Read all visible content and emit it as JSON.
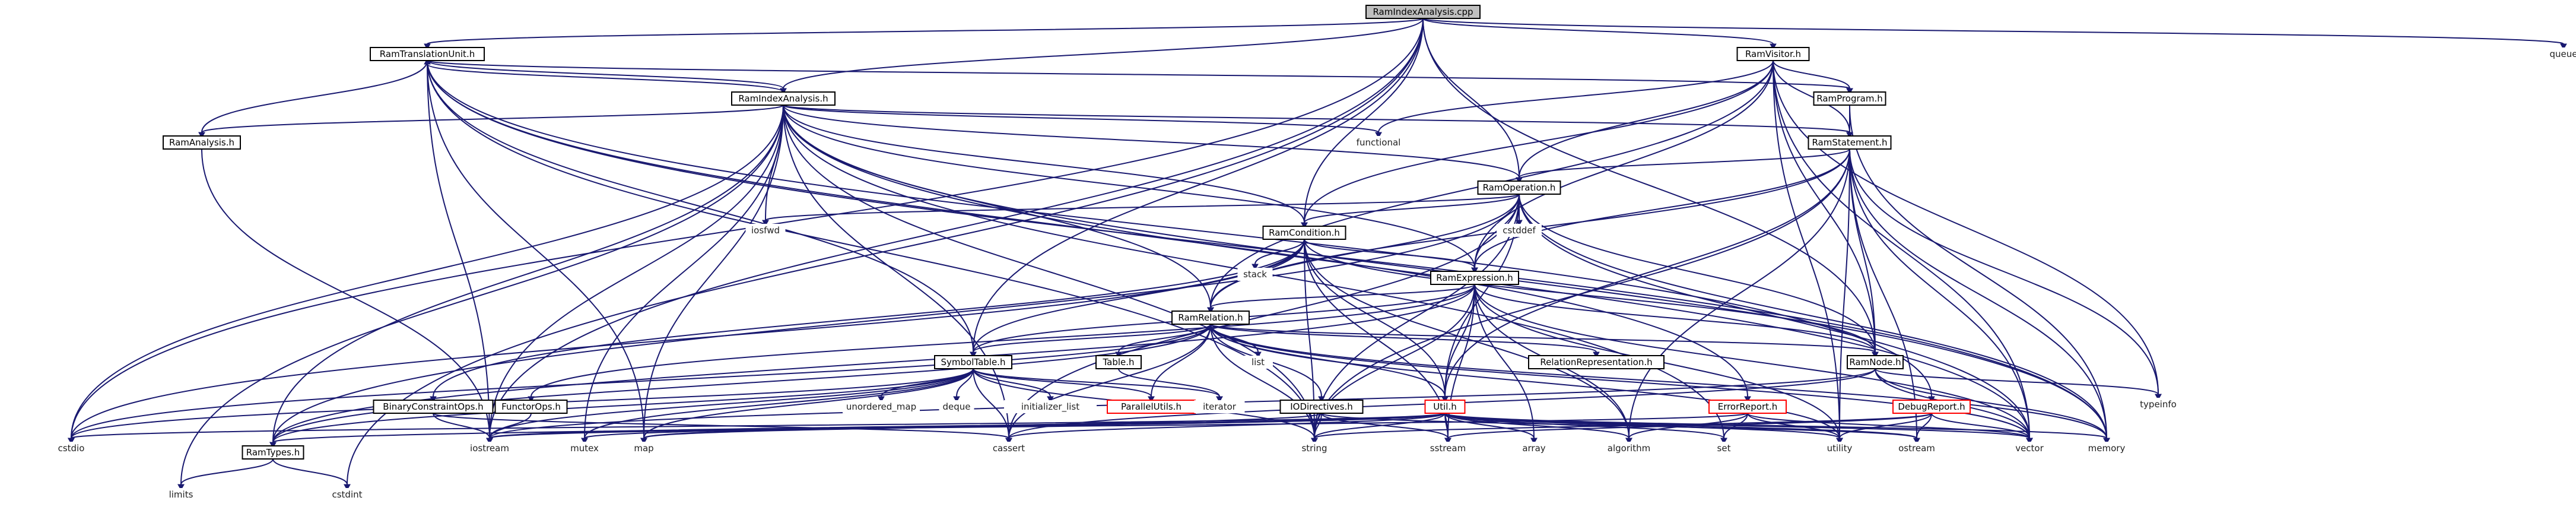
{
  "nodes": [
    {
      "id": "root",
      "label": "RamIndexAnalysis.cpp",
      "kind": "root"
    },
    {
      "id": "rtu",
      "label": "RamTranslationUnit.h",
      "kind": "doc"
    },
    {
      "id": "rvisitor",
      "label": "RamVisitor.h",
      "kind": "doc"
    },
    {
      "id": "queue",
      "label": "queue",
      "kind": "sys"
    },
    {
      "id": "ria_h",
      "label": "RamIndexAnalysis.h",
      "kind": "doc"
    },
    {
      "id": "rprogram",
      "label": "RamProgram.h",
      "kind": "doc"
    },
    {
      "id": "ranalysis",
      "label": "RamAnalysis.h",
      "kind": "doc"
    },
    {
      "id": "functional",
      "label": "functional",
      "kind": "sys"
    },
    {
      "id": "rstatement",
      "label": "RamStatement.h",
      "kind": "doc"
    },
    {
      "id": "roperation",
      "label": "RamOperation.h",
      "kind": "doc"
    },
    {
      "id": "iosfwd",
      "label": "iosfwd",
      "kind": "sys"
    },
    {
      "id": "cstddef",
      "label": "cstddef",
      "kind": "sys"
    },
    {
      "id": "rcondition",
      "label": "RamCondition.h",
      "kind": "doc"
    },
    {
      "id": "stack",
      "label": "stack",
      "kind": "sys"
    },
    {
      "id": "rexpression",
      "label": "RamExpression.h",
      "kind": "doc"
    },
    {
      "id": "rrelation",
      "label": "RamRelation.h",
      "kind": "doc"
    },
    {
      "id": "list",
      "label": "list",
      "kind": "sys"
    },
    {
      "id": "relrep",
      "label": "RelationRepresentation.h",
      "kind": "doc"
    },
    {
      "id": "rnode",
      "label": "RamNode.h",
      "kind": "doc"
    },
    {
      "id": "typeinfo",
      "label": "typeinfo",
      "kind": "sys"
    },
    {
      "id": "symtab",
      "label": "SymbolTable.h",
      "kind": "doc"
    },
    {
      "id": "table",
      "label": "Table.h",
      "kind": "doc"
    },
    {
      "id": "bco",
      "label": "BinaryConstraintOps.h",
      "kind": "doc"
    },
    {
      "id": "functorops",
      "label": "FunctorOps.h",
      "kind": "doc"
    },
    {
      "id": "unordered_map",
      "label": "unordered_map",
      "kind": "sys"
    },
    {
      "id": "deque",
      "label": "deque",
      "kind": "sys"
    },
    {
      "id": "init_list",
      "label": "initializer_list",
      "kind": "sys"
    },
    {
      "id": "parallel",
      "label": "ParallelUtils.h",
      "kind": "red"
    },
    {
      "id": "iterator",
      "label": "iterator",
      "kind": "sys"
    },
    {
      "id": "iodir",
      "label": "IODirectives.h",
      "kind": "doc"
    },
    {
      "id": "util",
      "label": "Util.h",
      "kind": "red"
    },
    {
      "id": "errrep",
      "label": "ErrorReport.h",
      "kind": "red"
    },
    {
      "id": "dbgrep",
      "label": "DebugReport.h",
      "kind": "red"
    },
    {
      "id": "cstdio",
      "label": "cstdio",
      "kind": "sys"
    },
    {
      "id": "ramtypes",
      "label": "RamTypes.h",
      "kind": "doc"
    },
    {
      "id": "iostream",
      "label": "iostream",
      "kind": "sys"
    },
    {
      "id": "mutex",
      "label": "mutex",
      "kind": "sys"
    },
    {
      "id": "map",
      "label": "map",
      "kind": "sys"
    },
    {
      "id": "cassert",
      "label": "cassert",
      "kind": "sys"
    },
    {
      "id": "string",
      "label": "string",
      "kind": "sys"
    },
    {
      "id": "sstream",
      "label": "sstream",
      "kind": "sys"
    },
    {
      "id": "array",
      "label": "array",
      "kind": "sys"
    },
    {
      "id": "algorithm",
      "label": "algorithm",
      "kind": "sys"
    },
    {
      "id": "set",
      "label": "set",
      "kind": "sys"
    },
    {
      "id": "utility",
      "label": "utility",
      "kind": "sys"
    },
    {
      "id": "ostream",
      "label": "ostream",
      "kind": "sys"
    },
    {
      "id": "vector",
      "label": "vector",
      "kind": "sys"
    },
    {
      "id": "memory",
      "label": "memory",
      "kind": "sys"
    },
    {
      "id": "limits",
      "label": "limits",
      "kind": "sys"
    },
    {
      "id": "cstdint",
      "label": "cstdint",
      "kind": "sys"
    }
  ],
  "edges": [
    [
      "root",
      "rtu"
    ],
    [
      "root",
      "rvisitor"
    ],
    [
      "root",
      "queue"
    ],
    [
      "root",
      "ria_h"
    ],
    [
      "root",
      "roperation"
    ],
    [
      "root",
      "rcondition"
    ],
    [
      "root",
      "rnode"
    ],
    [
      "root",
      "cstdio"
    ],
    [
      "root",
      "iostream"
    ],
    [
      "root",
      "cstdint"
    ],
    [
      "root",
      "symtab"
    ],
    [
      "rtu",
      "ranalysis"
    ],
    [
      "rtu",
      "rprogram"
    ],
    [
      "rtu",
      "ria_h"
    ],
    [
      "rtu",
      "symtab"
    ],
    [
      "rtu",
      "errrep"
    ],
    [
      "rtu",
      "dbgrep"
    ],
    [
      "rtu",
      "memory"
    ],
    [
      "rtu",
      "map"
    ],
    [
      "rtu",
      "string"
    ],
    [
      "rtu",
      "iostream"
    ],
    [
      "rvisitor",
      "rprogram"
    ],
    [
      "rvisitor",
      "rstatement"
    ],
    [
      "rvisitor",
      "roperation"
    ],
    [
      "rvisitor",
      "rcondition"
    ],
    [
      "rvisitor",
      "rexpression"
    ],
    [
      "rvisitor",
      "rrelation"
    ],
    [
      "rvisitor",
      "rnode"
    ],
    [
      "rvisitor",
      "functional"
    ],
    [
      "rvisitor",
      "typeinfo"
    ],
    [
      "rvisitor",
      "vector"
    ],
    [
      "rvisitor",
      "utility"
    ],
    [
      "ria_h",
      "ranalysis"
    ],
    [
      "ria_h",
      "rstatement"
    ],
    [
      "ria_h",
      "roperation"
    ],
    [
      "ria_h",
      "rcondition"
    ],
    [
      "ria_h",
      "rexpression"
    ],
    [
      "ria_h",
      "rrelation"
    ],
    [
      "ria_h",
      "rtu"
    ],
    [
      "ria_h",
      "functional"
    ],
    [
      "ria_h",
      "iosfwd"
    ],
    [
      "ria_h",
      "cstdio"
    ],
    [
      "ria_h",
      "cassert"
    ],
    [
      "ria_h",
      "map"
    ],
    [
      "ria_h",
      "set"
    ],
    [
      "ria_h",
      "vector"
    ],
    [
      "ria_h",
      "memory"
    ],
    [
      "ria_h",
      "limits"
    ],
    [
      "ria_h",
      "iostream"
    ],
    [
      "ria_h",
      "string"
    ],
    [
      "ria_h",
      "ramtypes"
    ],
    [
      "ria_h",
      "mutex"
    ],
    [
      "rprogram",
      "rstatement"
    ],
    [
      "rprogram",
      "memory"
    ],
    [
      "ranalysis",
      "iostream"
    ],
    [
      "rstatement",
      "roperation"
    ],
    [
      "rstatement",
      "rexpression"
    ],
    [
      "rstatement",
      "rrelation"
    ],
    [
      "rstatement",
      "rnode"
    ],
    [
      "rstatement",
      "util"
    ],
    [
      "rstatement",
      "algorithm"
    ],
    [
      "rstatement",
      "ostream"
    ],
    [
      "rstatement",
      "vector"
    ],
    [
      "rstatement",
      "memory"
    ],
    [
      "rstatement",
      "utility"
    ],
    [
      "rstatement",
      "string"
    ],
    [
      "rstatement",
      "typeinfo"
    ],
    [
      "roperation",
      "rcondition"
    ],
    [
      "roperation",
      "rexpression"
    ],
    [
      "roperation",
      "rrelation"
    ],
    [
      "roperation",
      "rnode"
    ],
    [
      "roperation",
      "util"
    ],
    [
      "roperation",
      "iosfwd"
    ],
    [
      "roperation",
      "cstddef"
    ],
    [
      "roperation",
      "cassert"
    ],
    [
      "roperation",
      "ramtypes"
    ],
    [
      "roperation",
      "string"
    ],
    [
      "roperation",
      "vector"
    ],
    [
      "roperation",
      "memory"
    ],
    [
      "rcondition",
      "rexpression"
    ],
    [
      "rcondition",
      "rrelation"
    ],
    [
      "rcondition",
      "rnode"
    ],
    [
      "rcondition",
      "bco"
    ],
    [
      "rcondition",
      "symtab"
    ],
    [
      "rcondition",
      "stack"
    ],
    [
      "rcondition",
      "util"
    ],
    [
      "rcondition",
      "algorithm"
    ],
    [
      "rcondition",
      "sstream"
    ],
    [
      "rcondition",
      "string"
    ],
    [
      "rcondition",
      "cstdio"
    ],
    [
      "rexpression",
      "rrelation"
    ],
    [
      "rexpression",
      "rnode"
    ],
    [
      "rexpression",
      "functorops"
    ],
    [
      "rexpression",
      "symtab"
    ],
    [
      "rexpression",
      "util"
    ],
    [
      "rexpression",
      "ramtypes"
    ],
    [
      "rexpression",
      "string"
    ],
    [
      "rexpression",
      "sstream"
    ],
    [
      "rexpression",
      "array"
    ],
    [
      "rexpression",
      "algorithm"
    ],
    [
      "rexpression",
      "utility"
    ],
    [
      "rexpression",
      "vector"
    ],
    [
      "rrelation",
      "relrep"
    ],
    [
      "rrelation",
      "rnode"
    ],
    [
      "rrelation",
      "symtab"
    ],
    [
      "rrelation",
      "table"
    ],
    [
      "rrelation",
      "parallel"
    ],
    [
      "rrelation",
      "iodir"
    ],
    [
      "rrelation",
      "util"
    ],
    [
      "rrelation",
      "list"
    ],
    [
      "rrelation",
      "cassert"
    ],
    [
      "rrelation",
      "string"
    ],
    [
      "rrelation",
      "utility"
    ],
    [
      "rrelation",
      "vector"
    ],
    [
      "rrelation",
      "ramtypes"
    ],
    [
      "rrelation",
      "cstdio"
    ],
    [
      "rrelation",
      "memory"
    ],
    [
      "rnode",
      "typeinfo"
    ],
    [
      "rnode",
      "vector"
    ],
    [
      "rnode",
      "memory"
    ],
    [
      "rnode",
      "iostream"
    ],
    [
      "rnode",
      "cassert"
    ],
    [
      "symtab",
      "parallel"
    ],
    [
      "symtab",
      "iterator"
    ],
    [
      "symtab",
      "unordered_map"
    ],
    [
      "symtab",
      "deque"
    ],
    [
      "symtab",
      "init_list"
    ],
    [
      "symtab",
      "cstdio"
    ],
    [
      "symtab",
      "map"
    ],
    [
      "symtab",
      "iostream"
    ],
    [
      "symtab",
      "string"
    ],
    [
      "symtab",
      "mutex"
    ],
    [
      "symtab",
      "cassert"
    ],
    [
      "symtab",
      "ramtypes"
    ],
    [
      "table",
      "iterator"
    ],
    [
      "bco",
      "iostream"
    ],
    [
      "bco",
      "cassert"
    ],
    [
      "functorops",
      "iostream"
    ],
    [
      "iodir",
      "string"
    ],
    [
      "iodir",
      "map"
    ],
    [
      "iodir",
      "sstream"
    ],
    [
      "iodir",
      "ostream"
    ],
    [
      "util",
      "cassert"
    ],
    [
      "util",
      "string"
    ],
    [
      "util",
      "sstream"
    ],
    [
      "util",
      "array"
    ],
    [
      "util",
      "algorithm"
    ],
    [
      "util",
      "set"
    ],
    [
      "util",
      "utility"
    ],
    [
      "util",
      "ostream"
    ],
    [
      "util",
      "vector"
    ],
    [
      "util",
      "memory"
    ],
    [
      "util",
      "iostream"
    ],
    [
      "util",
      "map"
    ],
    [
      "util",
      "mutex"
    ],
    [
      "util",
      "cstdio"
    ],
    [
      "util",
      "ramtypes"
    ],
    [
      "errrep",
      "set"
    ],
    [
      "errrep",
      "vector"
    ],
    [
      "errrep",
      "iostream"
    ],
    [
      "errrep",
      "utility"
    ],
    [
      "errrep",
      "algorithm"
    ],
    [
      "dbgrep",
      "sstream"
    ],
    [
      "dbgrep",
      "string"
    ],
    [
      "dbgrep",
      "vector"
    ],
    [
      "dbgrep",
      "utility"
    ],
    [
      "dbgrep",
      "ostream"
    ],
    [
      "ramtypes",
      "limits"
    ],
    [
      "ramtypes",
      "cstdint"
    ]
  ]
}
